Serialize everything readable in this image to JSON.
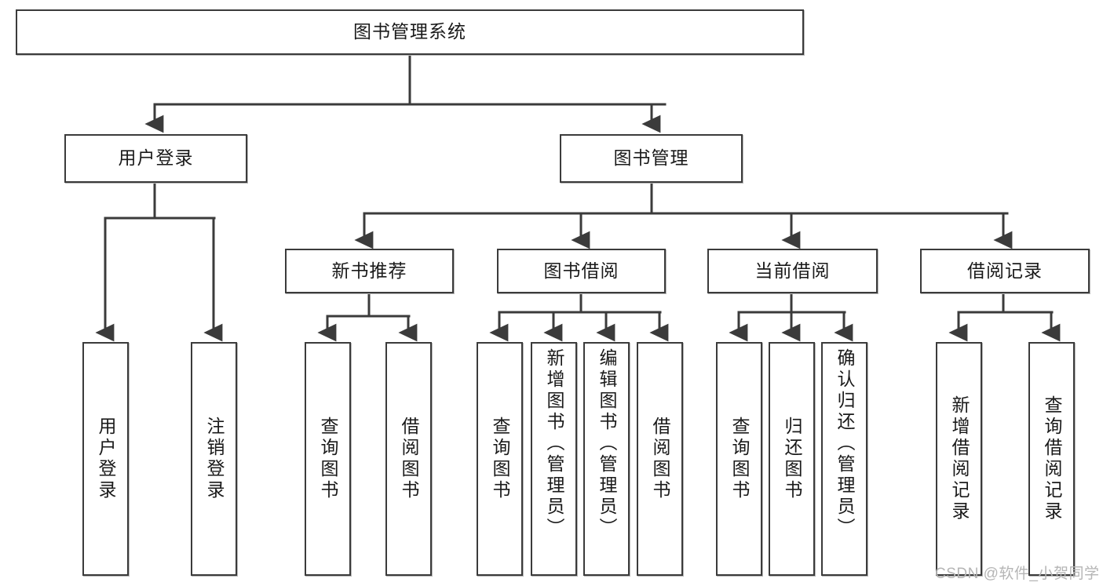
{
  "diagram": {
    "type": "tree-hierarchy-chart",
    "title": "图书管理系统",
    "watermark": "CSDN @软件_小贺同学",
    "colors": {
      "box_border": "#3b3b3b",
      "box_fill": "#ffffff",
      "connector": "#3b3b3b",
      "text": "#1a1a1a",
      "watermark": "#b5b5b5",
      "background": "#ffffff"
    },
    "levels": {
      "root": "图书管理系统",
      "level2": [
        "用户登录",
        "图书管理"
      ],
      "level3": [
        "新书推荐",
        "图书借阅",
        "当前借阅",
        "借阅记录"
      ]
    },
    "nodes": {
      "root": {
        "label": "图书管理系统"
      },
      "user_login": {
        "label": "用户登录"
      },
      "book_manage": {
        "label": "图书管理"
      },
      "new_book_rec": {
        "label": "新书推荐"
      },
      "book_borrow": {
        "label": "图书借阅"
      },
      "current_borrow": {
        "label": "当前借阅"
      },
      "borrow_record": {
        "label": "借阅记录"
      },
      "leaf_user_login": {
        "label": "用户登录"
      },
      "leaf_logout": {
        "label": "注销登录"
      },
      "leaf_query_book_1": {
        "label": "查询图书"
      },
      "leaf_borrow_book_1": {
        "label": "借阅图书"
      },
      "leaf_query_book_2": {
        "label": "查询图书"
      },
      "leaf_add_book": {
        "label": "新增图书（管理员）"
      },
      "leaf_edit_book": {
        "label": "编辑图书（管理员）"
      },
      "leaf_borrow_book_2": {
        "label": "借阅图书"
      },
      "leaf_query_book_3": {
        "label": "查询图书"
      },
      "leaf_return_book": {
        "label": "归还图书"
      },
      "leaf_confirm_return": {
        "label": "确认归还（管理员）"
      },
      "leaf_add_record": {
        "label": "新增借阅记录"
      },
      "leaf_query_record": {
        "label": "查询借阅记录"
      }
    }
  }
}
